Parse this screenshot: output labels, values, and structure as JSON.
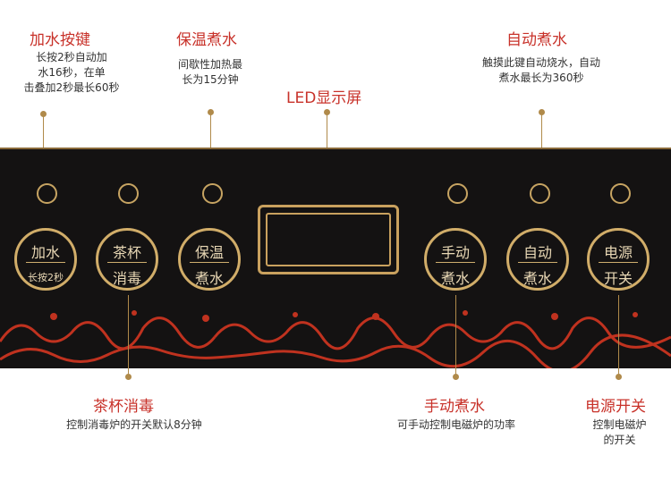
{
  "top": {
    "water_key": {
      "title": "加水按键",
      "desc": "长按2秒自动加\n水16秒，在单\n击叠加2秒最长60秒"
    },
    "keep_warm": {
      "title": "保温煮水",
      "desc": "间歇性加热最\n长为15分钟"
    },
    "led_display": {
      "title": "LED显示屏"
    },
    "auto_boil": {
      "title": "自动煮水",
      "desc": "触摸此键自动烧水，自动\n煮水最长为360秒"
    }
  },
  "bottom": {
    "disinfect": {
      "title": "茶杯消毒",
      "desc": "控制消毒炉的开关默认8分钟"
    },
    "manual_boil": {
      "title": "手动煮水",
      "desc": "可手动控制电磁炉的功率"
    },
    "power": {
      "title": "电源开关",
      "desc": "控制电磁炉\n的开关"
    }
  },
  "buttons": [
    {
      "line1": "加水",
      "line2": "长按2秒"
    },
    {
      "line1": "茶杯",
      "line2": "消毒"
    },
    {
      "line1": "保温",
      "line2": "煮水"
    },
    {
      "line1": "手动",
      "line2": "煮水"
    },
    {
      "line1": "自动",
      "line2": "煮水"
    },
    {
      "line1": "电源",
      "line2": "开关"
    }
  ],
  "colors": {
    "title_red": "#c8322a",
    "gold": "#d1ad69",
    "panel_black": "#141212",
    "wave_red": "#c0321f"
  }
}
